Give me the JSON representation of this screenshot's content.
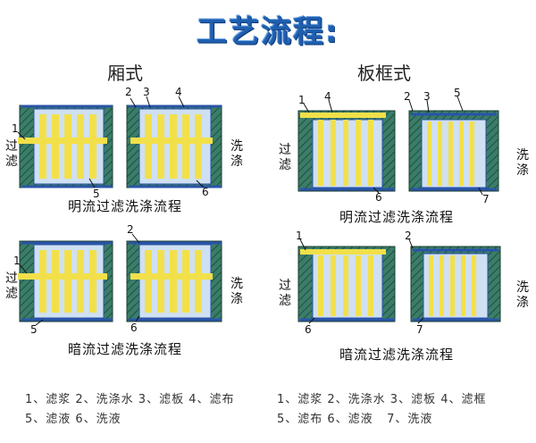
{
  "title": "工艺流程:",
  "sections": {
    "chamber": {
      "header": "厢式"
    },
    "plate_frame": {
      "header": "板框式"
    }
  },
  "captions": {
    "chamber_open": "明流过滤洗涤流程",
    "chamber_dark": "暗流过滤洗涤流程",
    "plate_open": "明流过滤洗涤流程",
    "plate_dark": "暗流过滤洗涤流程"
  },
  "side_labels": {
    "filter": "过滤",
    "wash": "洗涤"
  },
  "callouts": {
    "c_open_1": "1",
    "c_open_5": "5",
    "c_open_2": "2",
    "c_open_3": "3",
    "c_open_4": "4",
    "c_open_6": "6",
    "c_dark_1": "1",
    "c_dark_5": "5",
    "c_dark_2": "2",
    "c_dark_6": "6",
    "p_open_1": "1",
    "p_open_4": "4",
    "p_open_2": "2",
    "p_open_3": "3",
    "p_open_5": "5",
    "p_open_6": "6",
    "p_open_7": "7",
    "p_dark_1": "1",
    "p_dark_6": "6",
    "p_dark_2": "2",
    "p_dark_7": "7"
  },
  "legend": {
    "chamber": [
      "1、滤浆 2、洗涤水 3、滤板 4、滤布",
      "5、滤液 6、洗液"
    ],
    "plate_frame": [
      "1、滤浆 2、洗涤水 3、滤板 4、滤框",
      "5、滤布 6、滤液   7、洗液"
    ]
  },
  "colors": {
    "frame": "#2e6b5a",
    "slurry": "#f2e04a",
    "plate": "#9db9dc",
    "pipe": "#2a54a8",
    "title": "#1f5fb0"
  }
}
